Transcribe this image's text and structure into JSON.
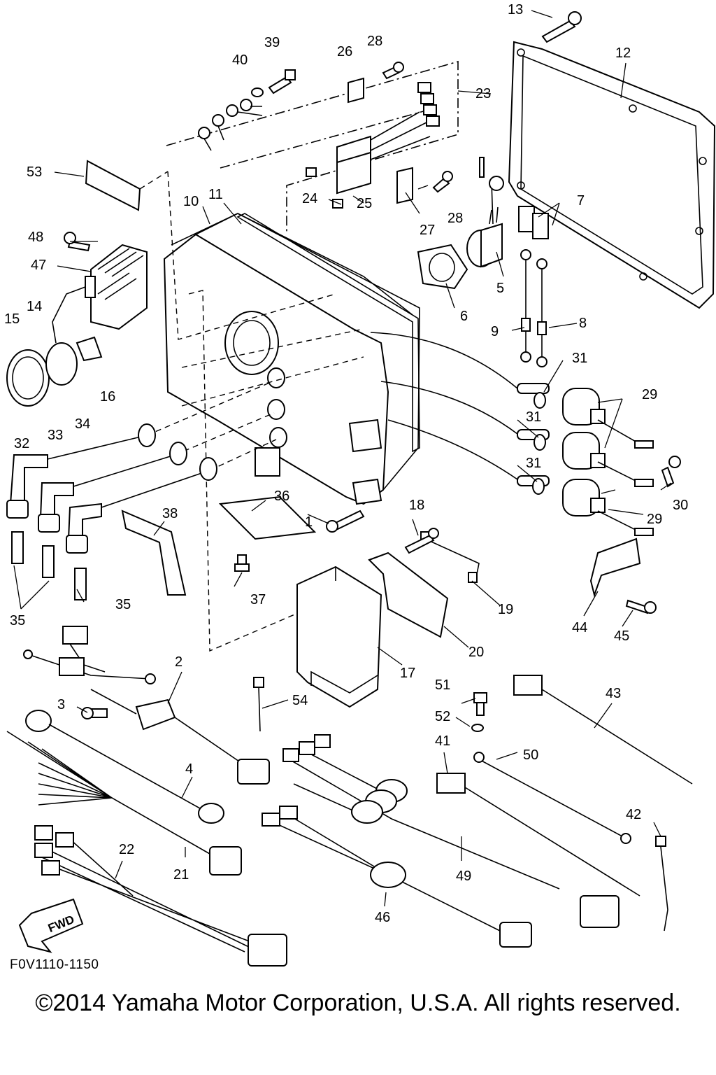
{
  "diagram": {
    "figure_code": "F0V1110-1150",
    "copyright": "©2014 Yamaha Motor Corporation, U.S.A. All rights reserved.",
    "direction_label": "FWD",
    "callouts": {
      "c1": "1",
      "c2": "2",
      "c3": "3",
      "c4": "4",
      "c5": "5",
      "c6": "6",
      "c7": "7",
      "c8": "8",
      "c9": "9",
      "c10": "10",
      "c11": "11",
      "c12": "12",
      "c13": "13",
      "c14": "14",
      "c15": "15",
      "c16": "16",
      "c17": "17",
      "c18": "18",
      "c19": "19",
      "c20": "20",
      "c21": "21",
      "c22": "22",
      "c23": "23",
      "c24": "24",
      "c25": "25",
      "c26": "26",
      "c27": "27",
      "c28a": "28",
      "c28b": "28",
      "c29a": "29",
      "c29b": "29",
      "c30": "30",
      "c31a": "31",
      "c31b": "31",
      "c31c": "31",
      "c32": "32",
      "c33": "33",
      "c34": "34",
      "c35a": "35",
      "c35b": "35",
      "c36": "36",
      "c37": "37",
      "c38": "38",
      "c39": "39",
      "c40": "40",
      "c41": "41",
      "c42": "42",
      "c43": "43",
      "c44": "44",
      "c45": "45",
      "c46": "46",
      "c47": "47",
      "c48": "48",
      "c49": "49",
      "c50": "50",
      "c51": "51",
      "c52": "52",
      "c53": "53",
      "c54": "54"
    }
  }
}
